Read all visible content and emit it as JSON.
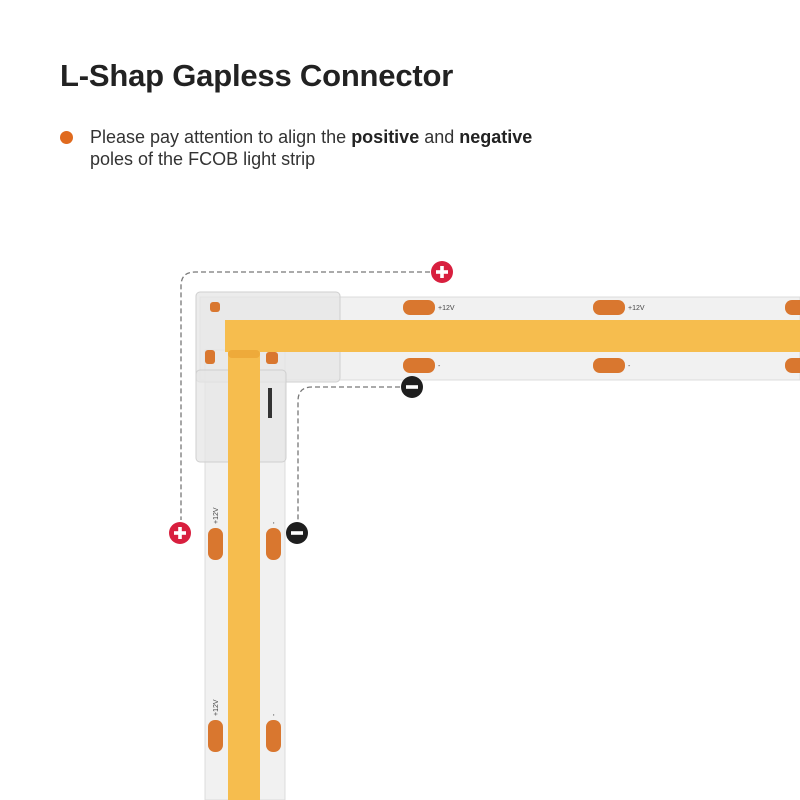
{
  "title": "L-Shap Gapless Connector",
  "note": {
    "text_1": "Please pay attention to align the ",
    "bold_1": "positive",
    "text_2": " and ",
    "bold_2": "negative",
    "text_3": " poles of the FCOB light strip"
  },
  "diagram": {
    "positive_label": "+12V",
    "negative_label": "-",
    "positive_icon": "plus-circle-icon",
    "negative_icon": "minus-circle-icon",
    "colors": {
      "positive": "#d81f3e",
      "negative": "#1e1e1e",
      "cob_core": "#f6bd4e",
      "pad": "#d9772f",
      "bullet": "#e06a1e"
    }
  }
}
